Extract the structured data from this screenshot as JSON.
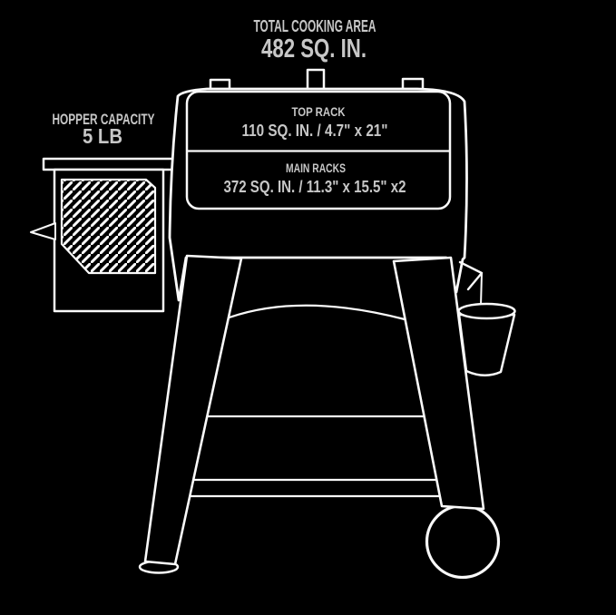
{
  "colors": {
    "background": "#000000",
    "line": "#fafafa",
    "text": "#c7c7c7"
  },
  "header": {
    "title": "TOTAL COOKING AREA",
    "value": "482 SQ. IN."
  },
  "hopper": {
    "label": "HOPPER CAPACITY",
    "value": "5 LB"
  },
  "racks": {
    "top": {
      "label": "TOP RACK",
      "specs": "110 SQ. IN. / 4.7\" x 21\""
    },
    "main": {
      "label": "MAIN RACKS",
      "specs": "372 SQ. IN. / 11.3\" x 15.5\" x2"
    }
  }
}
